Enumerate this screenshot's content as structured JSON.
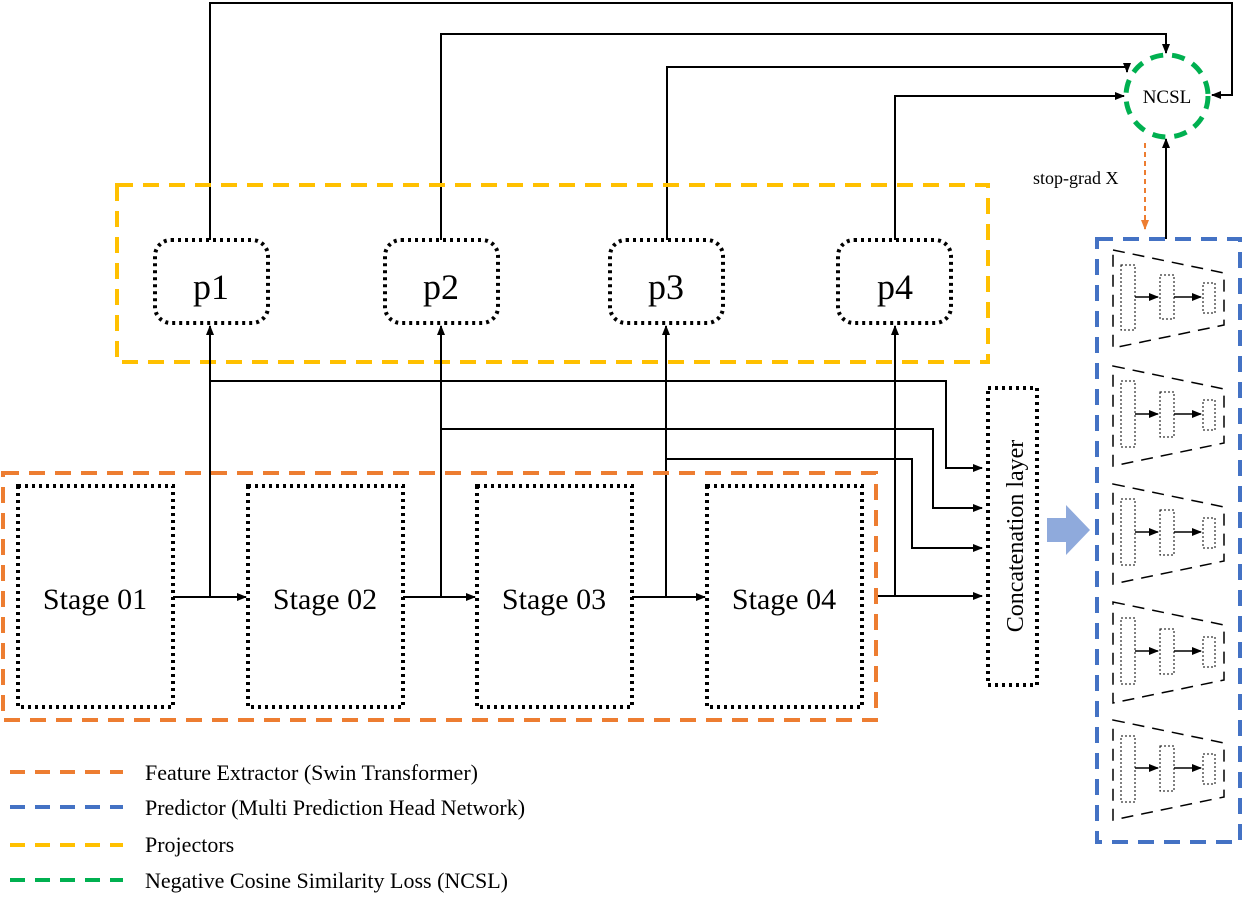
{
  "colors": {
    "feature_extractor": "#ED7D31",
    "predictor": "#4472C4",
    "projectors": "#FFC000",
    "ncsl": "#00B050",
    "stop_grad_arrow": "#ED7D31",
    "big_arrow": "#8FAADC",
    "line": "#000000"
  },
  "stages": [
    "Stage 01",
    "Stage 02",
    "Stage 03",
    "Stage 04"
  ],
  "projectors": [
    "p1",
    "p2",
    "p3",
    "p4"
  ],
  "concat_label": "Concatenation layer",
  "ncsl_label": "NCSL",
  "stop_grad_label": "stop-grad X",
  "legend": [
    {
      "text": "Feature Extractor (Swin Transformer)",
      "color_key": "feature_extractor"
    },
    {
      "text": "Predictor (Multi Prediction Head Network)",
      "color_key": "predictor"
    },
    {
      "text": "Projectors",
      "color_key": "projectors"
    },
    {
      "text": "Negative Cosine Similarity Loss (NCSL)",
      "color_key": "ncsl"
    }
  ]
}
